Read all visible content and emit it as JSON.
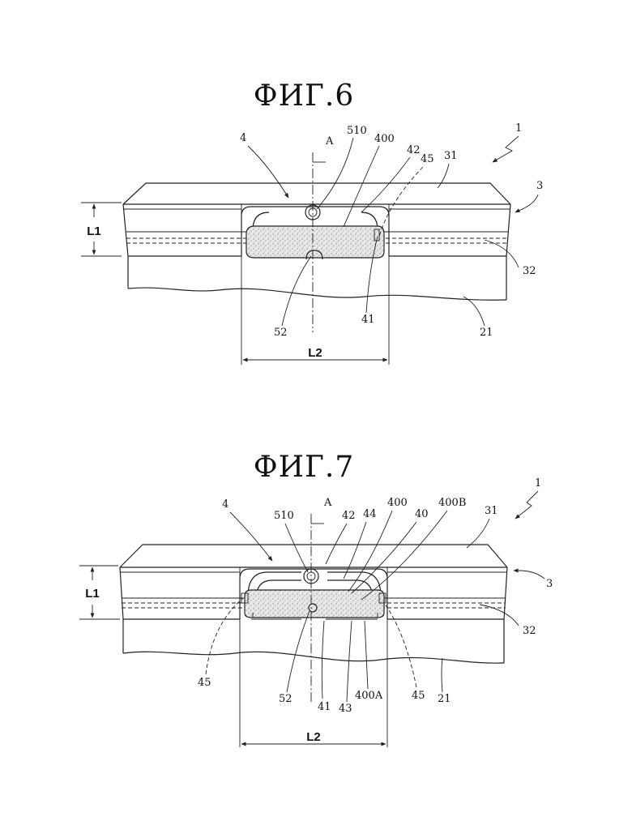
{
  "figures": [
    {
      "title": "ФИГ.6",
      "labels": {
        "assembly": "1",
        "part3": "3",
        "part4": "4",
        "axis": "A",
        "n510": "510",
        "n400": "400",
        "n42": "42",
        "n45": "45",
        "n31": "31",
        "n32": "32",
        "n52": "52",
        "n41": "41",
        "n21": "21"
      },
      "dims": {
        "L1": "L1",
        "L2": "L2"
      }
    },
    {
      "title": "ФИГ.7",
      "labels": {
        "assembly": "1",
        "part3": "3",
        "part4": "4",
        "axis": "A",
        "n510": "510",
        "n42": "42",
        "n44": "44",
        "n400": "400",
        "n40": "40",
        "n400B": "400B",
        "n31": "31",
        "n32": "32",
        "n45_left": "45",
        "n52": "52",
        "n41": "41",
        "n43": "43",
        "n400A": "400A",
        "n45_right": "45",
        "n21": "21"
      },
      "dims": {
        "L1": "L1",
        "L2": "L2"
      }
    }
  ]
}
